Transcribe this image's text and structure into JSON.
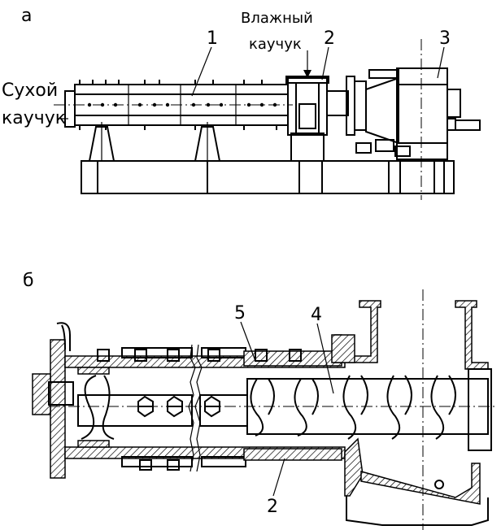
{
  "figure": {
    "panel_a_label": "а",
    "panel_b_label": "б",
    "label_dry_rubber_line1": "Сухой",
    "label_dry_rubber_line2": "каучук",
    "label_wet_rubber_line1": "Влажный",
    "label_wet_rubber_line2": "каучук",
    "callouts_a": [
      "1",
      "2",
      "3"
    ],
    "callouts_b": [
      "5",
      "4",
      "2"
    ]
  }
}
